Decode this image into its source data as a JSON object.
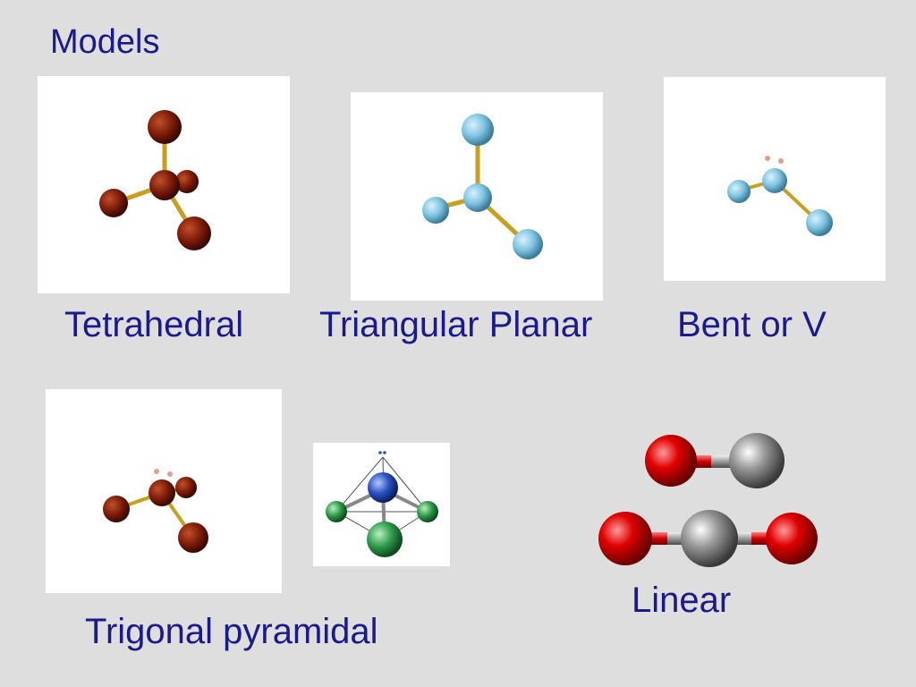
{
  "slide": {
    "title": "Models",
    "captions": {
      "tetrahedral": "Tetrahedral",
      "triangular_planar": "Triangular Planar",
      "bent": "Bent or V",
      "trigonal_pyramidal": "Trigonal pyramidal",
      "linear": "Linear"
    }
  },
  "colors": {
    "text": "#1a1a8c",
    "background": "#dedede",
    "atom_brown": "#7a1a08",
    "atom_cyan": "#7fc4e0",
    "atom_blue": "#2a50c0",
    "atom_green": "#2e9a4a",
    "atom_red": "#e00000",
    "atom_gray": "#8a8a8a",
    "bond_gold": "#c8a020"
  }
}
